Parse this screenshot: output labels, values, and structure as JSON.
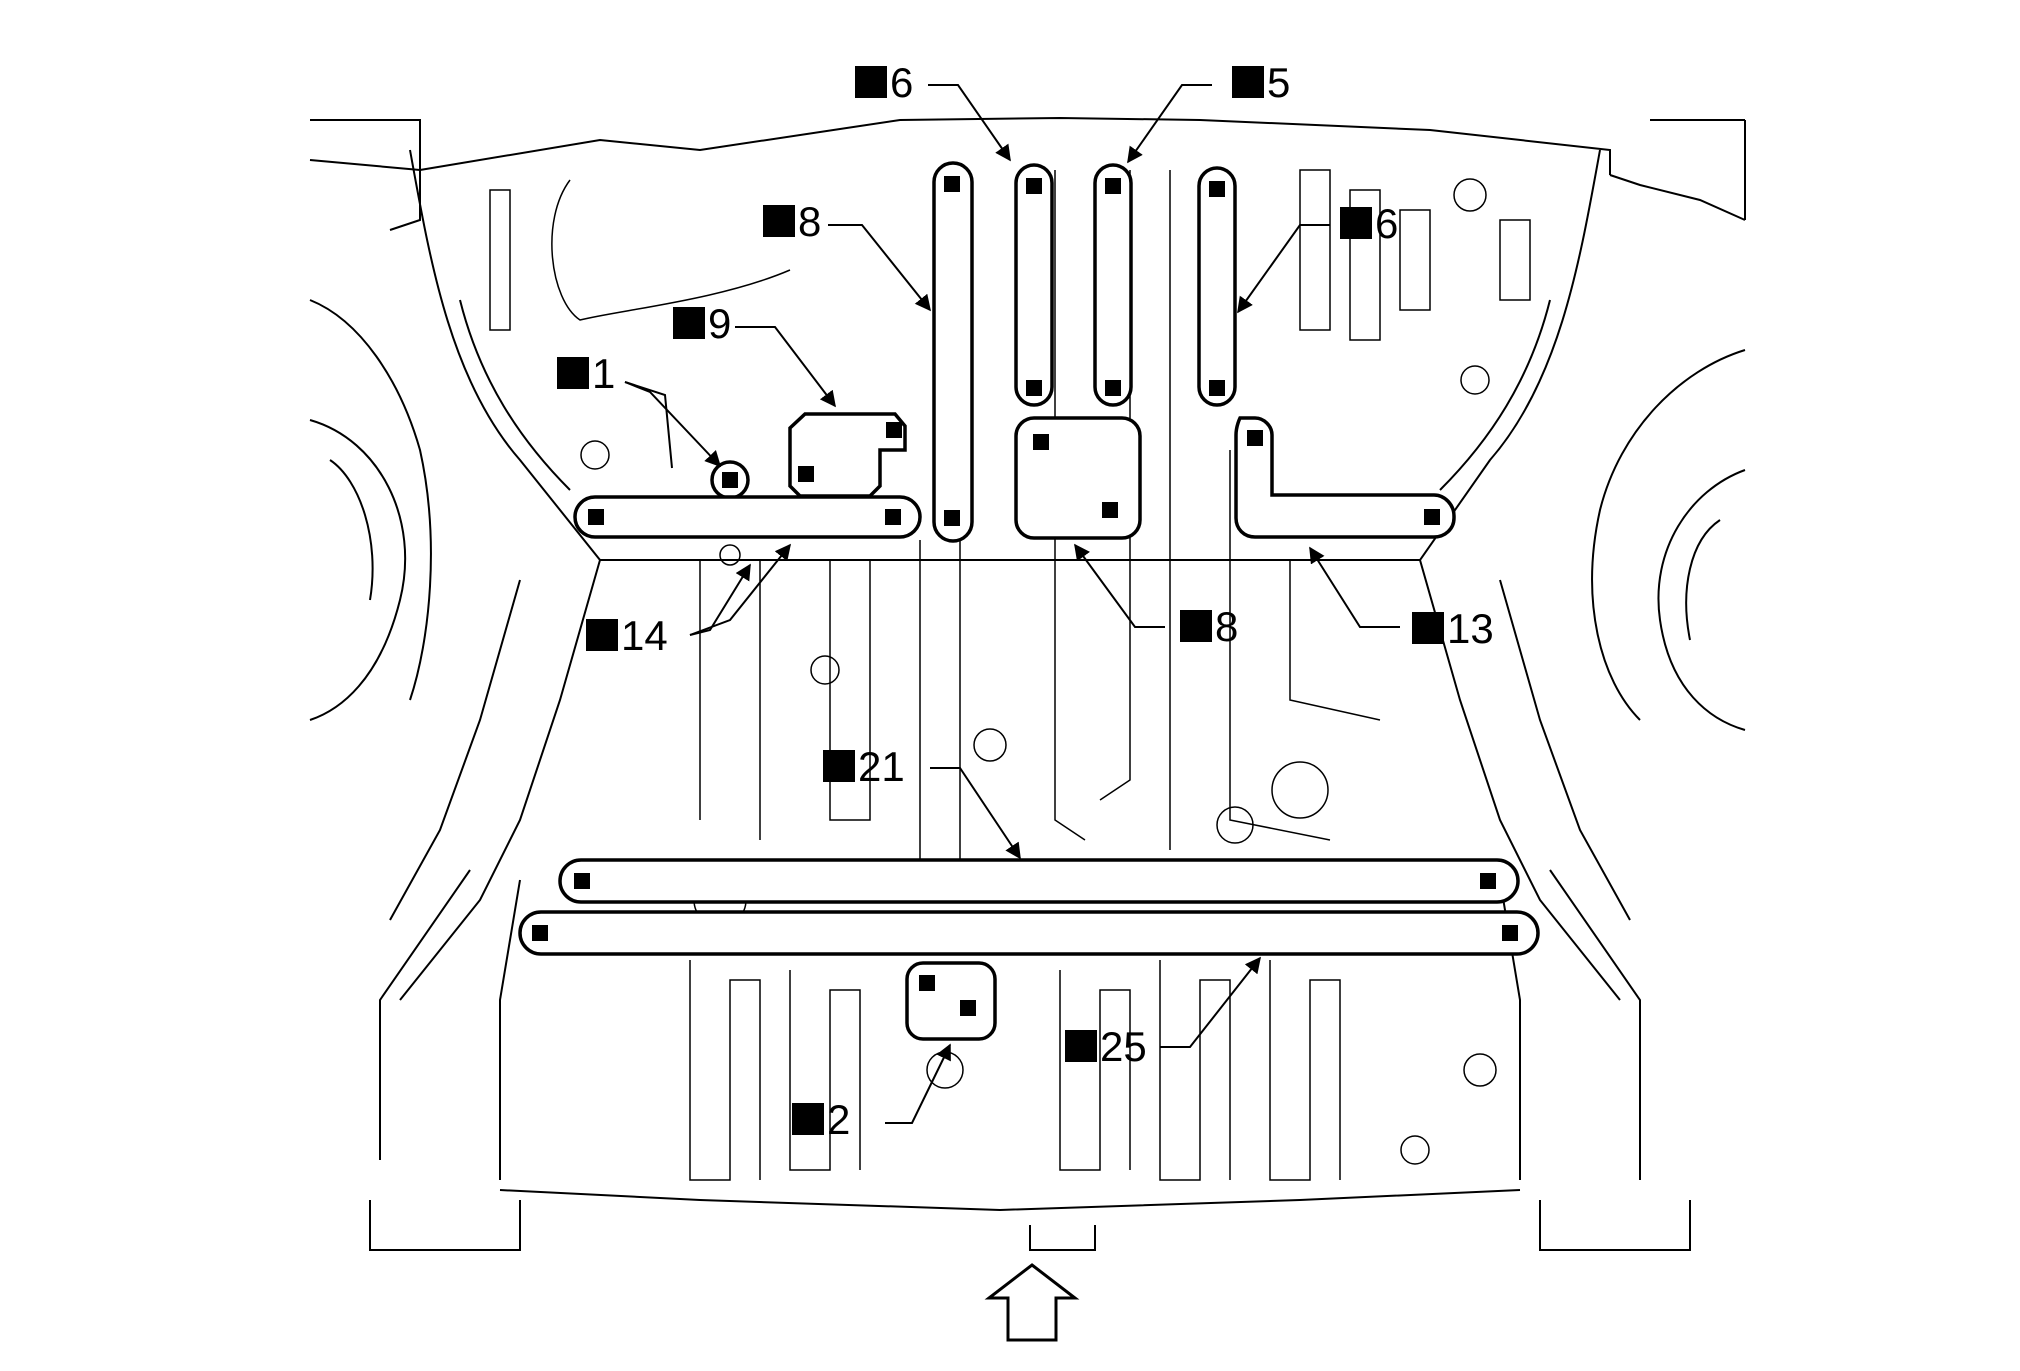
{
  "diagram": {
    "callouts": [
      {
        "id": "c6a",
        "label": "6"
      },
      {
        "id": "c5",
        "label": "5"
      },
      {
        "id": "c8a",
        "label": "8"
      },
      {
        "id": "c6b",
        "label": "6"
      },
      {
        "id": "c9",
        "label": "9"
      },
      {
        "id": "c1",
        "label": "1"
      },
      {
        "id": "c14",
        "label": "14"
      },
      {
        "id": "c8b",
        "label": "8"
      },
      {
        "id": "c13",
        "label": "13"
      },
      {
        "id": "c21",
        "label": "21"
      },
      {
        "id": "c25",
        "label": "25"
      },
      {
        "id": "c2",
        "label": "2"
      }
    ],
    "front_arrow": "arrow-up-icon"
  }
}
